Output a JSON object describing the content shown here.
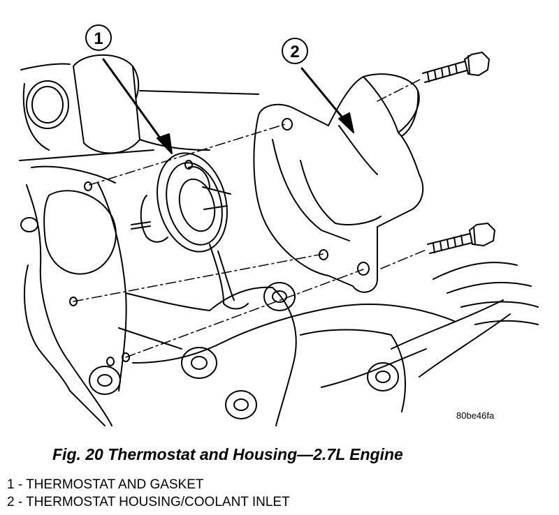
{
  "callouts": {
    "one": "1",
    "two": "2"
  },
  "figure_code": "80be46fa",
  "caption": "Fig. 20 Thermostat and Housing—2.7L Engine",
  "legend": [
    "1 - THERMOSTAT AND GASKET",
    "2 - THERMOSTAT HOUSING/COOLANT INLET"
  ]
}
